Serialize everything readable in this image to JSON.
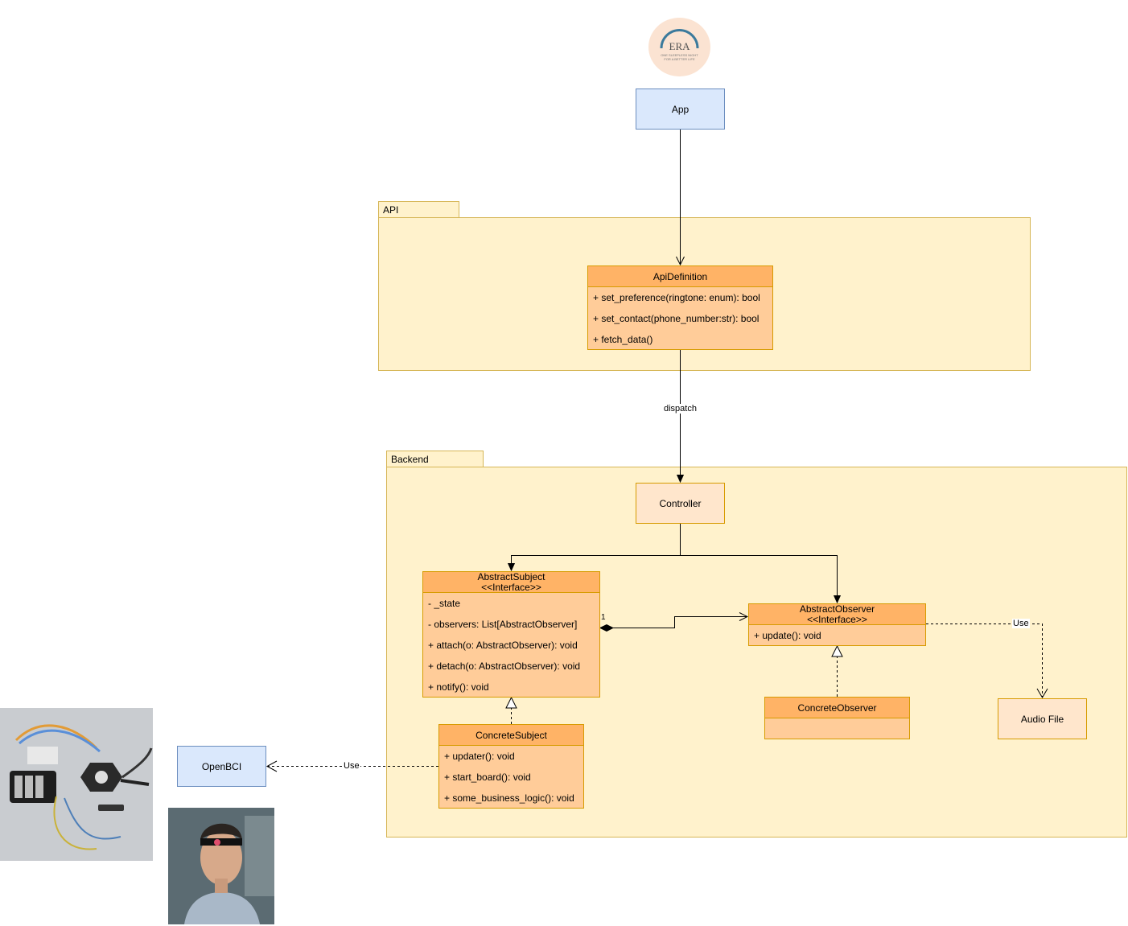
{
  "logo": {
    "text": "ERA",
    "tagline_1": "ONE SLEEPLESS NIGHT",
    "tagline_2": "FOR A BETTER LIFE"
  },
  "app": {
    "label": "App"
  },
  "api_package": {
    "label": "API"
  },
  "api_definition": {
    "title": "ApiDefinition",
    "methods": [
      "+ set_preference(ringtone: enum): bool",
      "+ set_contact(phone_number:str): bool",
      "+ fetch_data()"
    ]
  },
  "edge_dispatch": {
    "label": "dispatch"
  },
  "backend_package": {
    "label": "Backend"
  },
  "controller": {
    "label": "Controller"
  },
  "abstract_subject": {
    "title": "AbstractSubject",
    "stereotype": "<<Interface>>",
    "members": [
      "- _state",
      "- observers: List[AbstractObserver]",
      "+ attach(o: AbstractObserver): void",
      "+ detach(o: AbstractObserver): void",
      "+ notify(): void"
    ]
  },
  "abstract_observer": {
    "title": "AbstractObserver",
    "stereotype": "<<Interface>>",
    "members": [
      "+ update(): void"
    ]
  },
  "concrete_subject": {
    "title": "ConcreteSubject",
    "members": [
      "+ updater(): void",
      "+ start_board(): void",
      "+ some_business_logic(): void"
    ]
  },
  "concrete_observer": {
    "title": "ConcreteObserver"
  },
  "audio_file": {
    "label": "Audio File"
  },
  "openbci": {
    "label": "OpenBCI"
  },
  "edge_use_observer": {
    "label": "Use"
  },
  "edge_use_openbci": {
    "label": "Use"
  },
  "composition_multiplicity": {
    "label": "1"
  }
}
